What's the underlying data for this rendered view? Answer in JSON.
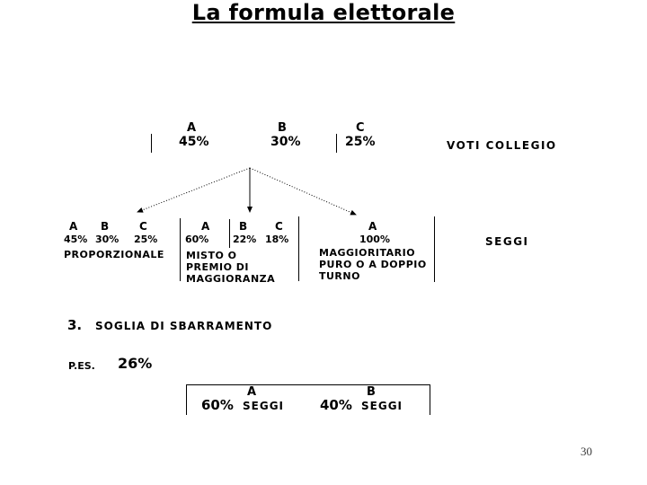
{
  "slide": {
    "title": "La formula elettorale",
    "page_number": "30"
  },
  "votes_row": {
    "right_label": "VOTI COLLEGIO",
    "parties": [
      {
        "name": "A",
        "pct": "45%"
      },
      {
        "name": "B",
        "pct": "30%"
      },
      {
        "name": "C",
        "pct": "25%"
      }
    ]
  },
  "systems_row": {
    "right_label": "SEGGI",
    "proportional": {
      "label": "PROPORZIONALE",
      "results": [
        {
          "party": "A",
          "pct": "45%"
        },
        {
          "party": "B",
          "pct": "30%"
        },
        {
          "party": "C",
          "pct": "25%"
        }
      ]
    },
    "mixed": {
      "label_lines": [
        "MISTO O",
        "PREMIO DI",
        "MAGGIORANZA"
      ],
      "results": [
        {
          "party": "A",
          "pct": "60%"
        },
        {
          "party": "B",
          "pct": "22%"
        },
        {
          "party": "C",
          "pct": "18%"
        }
      ]
    },
    "majoritarian": {
      "label_lines": [
        "MAGGIORITARIO",
        "PURO O A DOPPIO",
        "TURNO"
      ],
      "results": [
        {
          "party": "A",
          "pct": "100%"
        }
      ]
    }
  },
  "threshold": {
    "number": "3.",
    "label": "SOGLIA DI SBARRAMENTO",
    "example_prefix": "P.ES.",
    "example_value": "26%"
  },
  "result_box": {
    "items": [
      {
        "party": "A",
        "pct": "60%",
        "unit": "SEGGI"
      },
      {
        "party": "B",
        "pct": "40%",
        "unit": "SEGGI"
      }
    ]
  }
}
